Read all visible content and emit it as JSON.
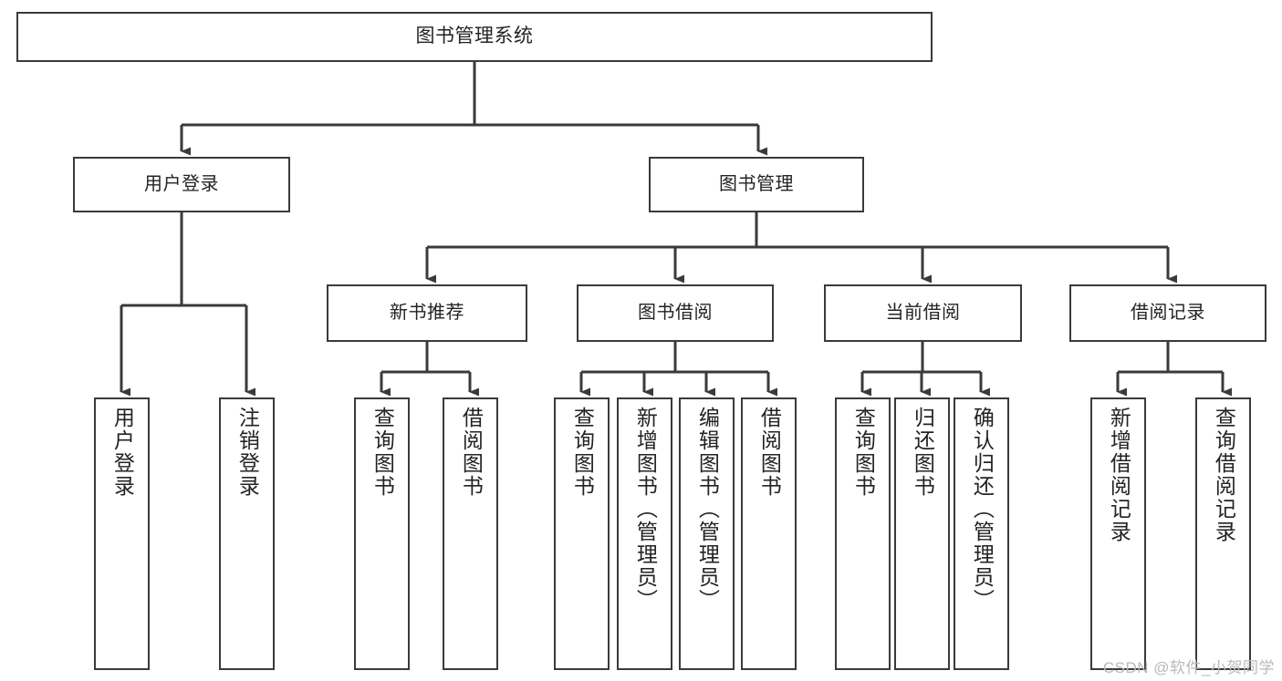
{
  "diagram": {
    "title": "图书管理系统",
    "type": "tree-hierarchy-chart",
    "watermark": "CSDN @软件_小贺同学",
    "colors": {
      "background": "#ffffff",
      "node_border": "#3a3a3a",
      "node_fill": "#ffffff",
      "text": "#232323",
      "edge": "#3a3a3a",
      "watermark": "#b9b9b9"
    }
  },
  "root": {
    "label": "图书管理系统"
  },
  "level1": [
    {
      "id": "user-login",
      "label": "用户登录"
    },
    {
      "id": "book-manage",
      "label": "图书管理"
    }
  ],
  "level2": [
    {
      "id": "new-book-rec",
      "label": "新书推荐"
    },
    {
      "id": "book-borrow",
      "label": "图书借阅"
    },
    {
      "id": "current-borrow",
      "label": "当前借阅"
    },
    {
      "id": "borrow-record",
      "label": "借阅记录"
    }
  ],
  "leaves": {
    "user_login": [
      {
        "id": "leaf-user-login",
        "label": "用户登录"
      },
      {
        "id": "leaf-user-logout",
        "label": "注销登录"
      }
    ],
    "new_book_rec": [
      {
        "id": "leaf-query-book-1",
        "label": "查询图书"
      },
      {
        "id": "leaf-borrow-book-1",
        "label": "借阅图书"
      }
    ],
    "book_borrow": [
      {
        "id": "leaf-query-book-2",
        "label": "查询图书"
      },
      {
        "id": "leaf-add-book",
        "label": "新增图书（管理员）"
      },
      {
        "id": "leaf-edit-book",
        "label": "编辑图书（管理员）"
      },
      {
        "id": "leaf-borrow-book-2",
        "label": "借阅图书"
      }
    ],
    "current_borrow": [
      {
        "id": "leaf-query-book-3",
        "label": "查询图书"
      },
      {
        "id": "leaf-return-book",
        "label": "归还图书"
      },
      {
        "id": "leaf-confirm-return",
        "label": "确认归还（管理员）"
      }
    ],
    "borrow_record": [
      {
        "id": "leaf-add-record",
        "label": "新增借阅记录"
      },
      {
        "id": "leaf-query-record",
        "label": "查询借阅记录"
      }
    ]
  }
}
